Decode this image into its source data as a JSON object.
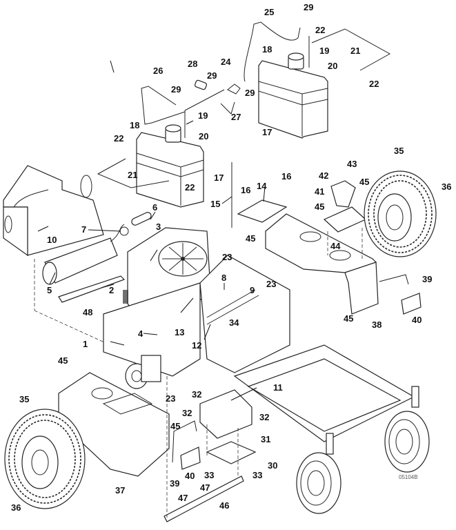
{
  "diagram": {
    "title": "Exploded parts diagram – mower chassis, engine, fuel tanks and wheels",
    "drawing_code": "05104B",
    "callouts": [
      {
        "id": "c1",
        "label": "1"
      },
      {
        "id": "c2",
        "label": "2"
      },
      {
        "id": "c3",
        "label": "3"
      },
      {
        "id": "c4",
        "label": "4"
      },
      {
        "id": "c5",
        "label": "5"
      },
      {
        "id": "c6",
        "label": "6"
      },
      {
        "id": "c7",
        "label": "7"
      },
      {
        "id": "c8",
        "label": "8"
      },
      {
        "id": "c9",
        "label": "9"
      },
      {
        "id": "c10",
        "label": "10"
      },
      {
        "id": "c11",
        "label": "11"
      },
      {
        "id": "c12",
        "label": "12"
      },
      {
        "id": "c13",
        "label": "13"
      },
      {
        "id": "c14",
        "label": "14"
      },
      {
        "id": "c15",
        "label": "15"
      },
      {
        "id": "c16a",
        "label": "16"
      },
      {
        "id": "c16b",
        "label": "16"
      },
      {
        "id": "c17a",
        "label": "17"
      },
      {
        "id": "c17b",
        "label": "17"
      },
      {
        "id": "c18a",
        "label": "18"
      },
      {
        "id": "c18b",
        "label": "18"
      },
      {
        "id": "c19a",
        "label": "19"
      },
      {
        "id": "c19b",
        "label": "19"
      },
      {
        "id": "c20a",
        "label": "20"
      },
      {
        "id": "c20b",
        "label": "20"
      },
      {
        "id": "c21a",
        "label": "21"
      },
      {
        "id": "c21b",
        "label": "21"
      },
      {
        "id": "c22a",
        "label": "22"
      },
      {
        "id": "c22b",
        "label": "22"
      },
      {
        "id": "c22c",
        "label": "22"
      },
      {
        "id": "c22d",
        "label": "22"
      },
      {
        "id": "c23a",
        "label": "23"
      },
      {
        "id": "c23b",
        "label": "23"
      },
      {
        "id": "c23c",
        "label": "23"
      },
      {
        "id": "c24",
        "label": "24"
      },
      {
        "id": "c25",
        "label": "25"
      },
      {
        "id": "c26",
        "label": "26"
      },
      {
        "id": "c27",
        "label": "27"
      },
      {
        "id": "c28",
        "label": "28"
      },
      {
        "id": "c29a",
        "label": "29"
      },
      {
        "id": "c29b",
        "label": "29"
      },
      {
        "id": "c29c",
        "label": "29"
      },
      {
        "id": "c29d",
        "label": "29"
      },
      {
        "id": "c30",
        "label": "30"
      },
      {
        "id": "c31",
        "label": "31"
      },
      {
        "id": "c32a",
        "label": "32"
      },
      {
        "id": "c32b",
        "label": "32"
      },
      {
        "id": "c32c",
        "label": "32"
      },
      {
        "id": "c33a",
        "label": "33"
      },
      {
        "id": "c33b",
        "label": "33"
      },
      {
        "id": "c34",
        "label": "34"
      },
      {
        "id": "c35a",
        "label": "35"
      },
      {
        "id": "c35b",
        "label": "35"
      },
      {
        "id": "c36a",
        "label": "36"
      },
      {
        "id": "c36b",
        "label": "36"
      },
      {
        "id": "c37",
        "label": "37"
      },
      {
        "id": "c38",
        "label": "38"
      },
      {
        "id": "c39a",
        "label": "39"
      },
      {
        "id": "c39b",
        "label": "39"
      },
      {
        "id": "c40a",
        "label": "40"
      },
      {
        "id": "c40b",
        "label": "40"
      },
      {
        "id": "c41",
        "label": "41"
      },
      {
        "id": "c42",
        "label": "42"
      },
      {
        "id": "c43",
        "label": "43"
      },
      {
        "id": "c44",
        "label": "44"
      },
      {
        "id": "c45a",
        "label": "45"
      },
      {
        "id": "c45b",
        "label": "45"
      },
      {
        "id": "c45c",
        "label": "45"
      },
      {
        "id": "c45d",
        "label": "45"
      },
      {
        "id": "c45e",
        "label": "45"
      },
      {
        "id": "c45f",
        "label": "45"
      },
      {
        "id": "c46",
        "label": "46"
      },
      {
        "id": "c47a",
        "label": "47"
      },
      {
        "id": "c47b",
        "label": "47"
      },
      {
        "id": "c48",
        "label": "48"
      }
    ]
  }
}
